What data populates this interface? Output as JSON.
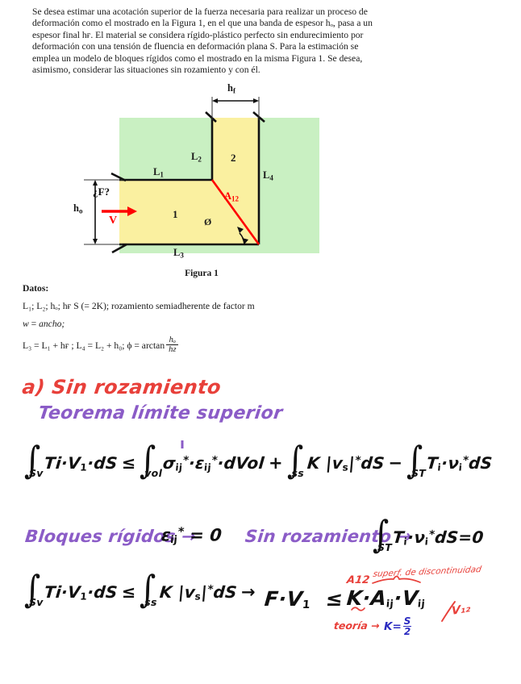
{
  "statement": {
    "lines": [
      "Se desea estimar una acotación superior de la fuerza necesaria para realizar un proceso de",
      "deformación como el mostrado en la Figura 1, en el que una banda de espesor hₒ, pasa a un",
      "espesor final hғ. El material se considera rígido-plástico perfecto sin endurecimiento por",
      "deformación con una tensión de fluencia en deformación plana S. Para la estimación se",
      "emplea un modelo de bloques rígidos como el mostrado en la misma Figura 1. Se desea,",
      "asimismo, considerar las situaciones sin rozamiento y con él."
    ]
  },
  "figure": {
    "caption": "Figura 1",
    "labels": {
      "hf": "h",
      "hf_sub": "f",
      "h0": "h",
      "h0_sub": "o",
      "force": "¿F?",
      "velocity": "V",
      "L1": "L",
      "L1_sub": "1",
      "L2": "L",
      "L2_sub": "2",
      "L3": "L",
      "L3_sub": "3",
      "L4": "L",
      "L4_sub": "4",
      "block1": "1",
      "block2": "2",
      "A12": "A",
      "A12_sub": "12",
      "angle": "Ø"
    },
    "colors": {
      "green_zone": "#c8f0c0",
      "yellow_block": "#faf0a0",
      "discontinuity_red": "#ff0000",
      "outline": "#111111"
    }
  },
  "datos": {
    "title": "Datos:",
    "line1": "L₁; L₂; hₒ; hғ S (= 2K); rozamiento semiadherente de factor m",
    "line2_lhs": "w",
    "line2_eq": " = ",
    "line2_rhs": "ancho;",
    "line3_prefix": "L₃ = L₁ + hғ ; L₄ = L₂ + h₀; ϕ = arctan",
    "line3_frac_num": "hₒ",
    "line3_frac_den": "hғ"
  },
  "handwriting": {
    "section_a": "a) Sin rozamiento",
    "theorem": "Teorema límite superior",
    "eq1": {
      "int1_sub": "Sv",
      "int1_body": "Ti·V₁·dS",
      "op1": "≤",
      "int2_sub": "vol",
      "int2_body": "σij*·εij*·dVol",
      "op2": "+",
      "int3_sub": "ss",
      "int3_body": "K |vs|*dS",
      "op3": "−",
      "int4_sub": "ST",
      "int4_body": "Ti·νi *dS"
    },
    "line_bloques": "Bloques rígidos →",
    "eij_zero": "εij* = 0",
    "dot": ".",
    "sin_rozamiento2": "Sin rozamiento →",
    "eq2": {
      "int_sub": "ST",
      "body": "Ti·νi*dS=0"
    },
    "eq3": {
      "int1_sub": "Sv",
      "int1_body": "Ti·V₁·dS",
      "op1": "≤",
      "int2_sub": "ss",
      "int2_body": "K |vs|*dS",
      "arrow": "→",
      "lhs": "F·V₁",
      "le": "≤",
      "rhs": "K·Aij·Vij"
    },
    "annotations": {
      "a12": "A12",
      "superficie": "superf. de discontinuidad",
      "v12": "V₁₂",
      "teoria": "teoría →",
      "k_label": "K=",
      "k_num": "S",
      "k_den": "2"
    }
  },
  "colors": {
    "red": "#e8403a",
    "purple": "#8b5cc7",
    "blue": "#2b2bc0",
    "black": "#111111"
  }
}
